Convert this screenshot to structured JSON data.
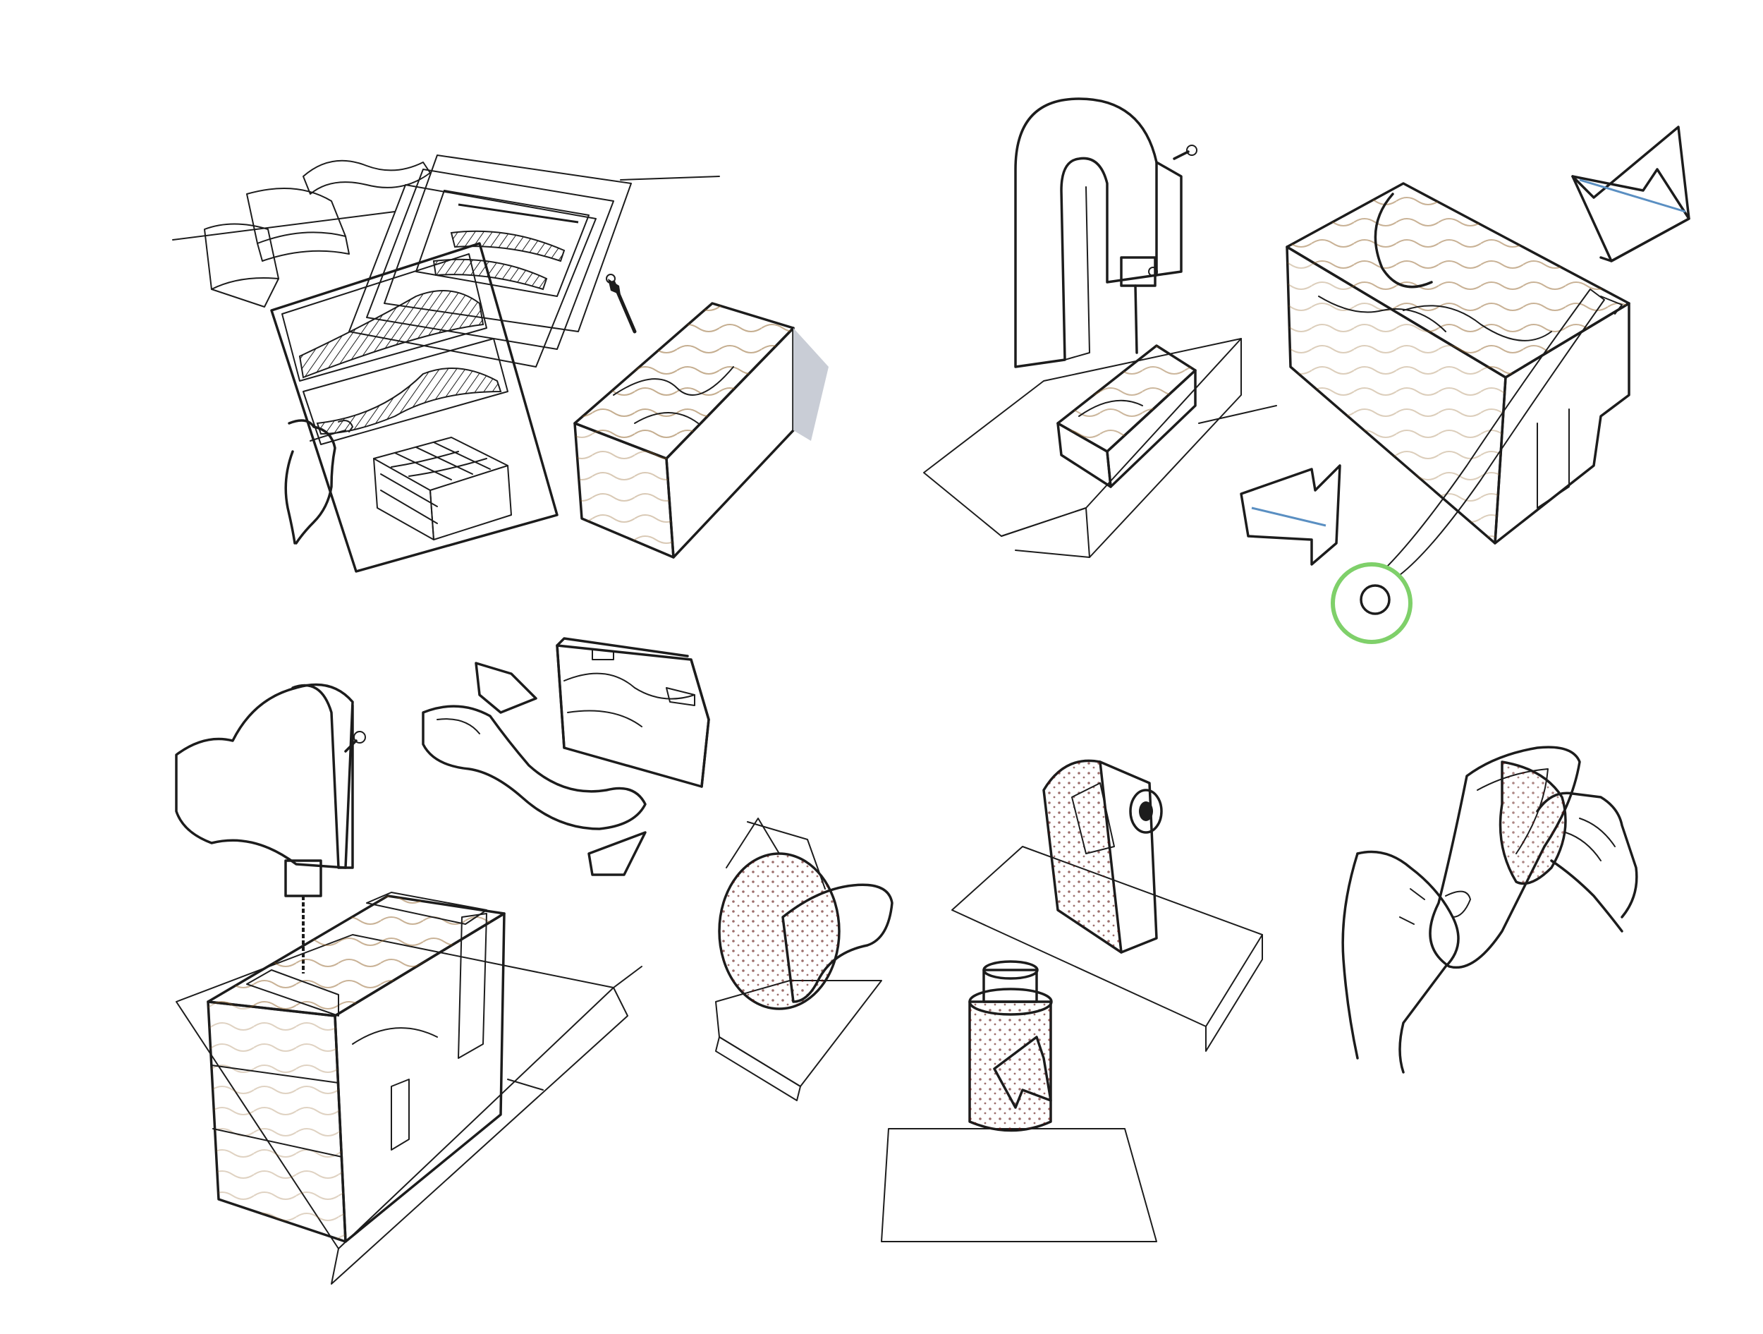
{
  "colors": {
    "paper": "#ffffff",
    "ink": "#1c1c1c",
    "wood_light": "#f0c87a",
    "wood_mid": "#e0a94e",
    "wood_dark": "#c98a2c",
    "wood_grain": "#8a5a1e",
    "blue_light": "#bfe0f2",
    "blue_mid": "#8ec6ea",
    "blue_grey": "#b9c4d6",
    "grey_shadow": "#c9cdd6",
    "grey_table": "#e4e6ec",
    "red": "#c92a22",
    "red_dark": "#8f1a14",
    "green_tape": "#7fd06a"
  },
  "panels": [
    {
      "name": "template-planning-panel",
      "icon": "paper-template-icon"
    },
    {
      "name": "bandsaw-cut-panel",
      "icon": "bandsaw-icon"
    },
    {
      "name": "rough-cutout-panel",
      "icon": "bandsaw-icon"
    },
    {
      "name": "sanding-panel",
      "icon": "sander-icon"
    },
    {
      "name": "hand-finishing-panel",
      "icon": "hand-icon"
    }
  ]
}
